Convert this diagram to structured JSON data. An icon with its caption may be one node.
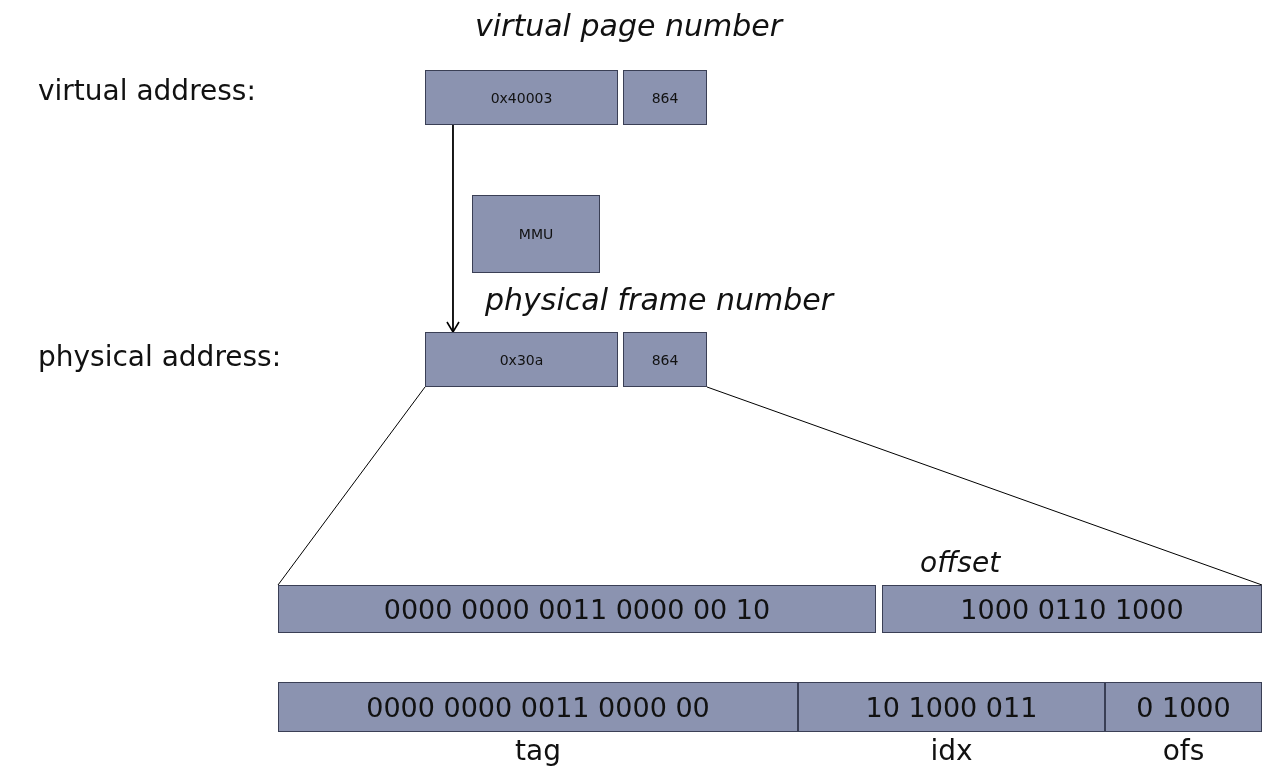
{
  "diagram": {
    "nodes": [
      {
        "text": [
          "0x40003"
        ]
      },
      {
        "text": [
          "864"
        ]
      },
      {
        "text": [
          "MMU"
        ]
      },
      {
        "text": [
          "0x30a"
        ]
      },
      {
        "text": [
          "864"
        ]
      },
      {
        "text": [
          "0000 0000 0011 0000 00 10"
        ]
      },
      {
        "text": [
          "1000 0110 1000"
        ]
      },
      {
        "text": [
          "0000 0000 0011 0000 00"
        ],
        "beside": [
          "tag"
        ]
      },
      {
        "text": [
          "10 1000 011"
        ],
        "beside": [
          "idx"
        ]
      },
      {
        "text": [
          "0 1000"
        ],
        "beside": [
          "ofs"
        ]
      }
    ],
    "edges": [
      {
        "from": 0,
        "to": 3,
        "arrow": "to"
      },
      {
        "from": 3,
        "to": 5,
        "arrow": "none"
      },
      {
        "from": 4,
        "to": 6,
        "arrow": "none"
      }
    ],
    "labels": [
      "virtual page number",
      "virtual address:",
      "physical frame number",
      "physical address:",
      "offset"
    ]
  }
}
